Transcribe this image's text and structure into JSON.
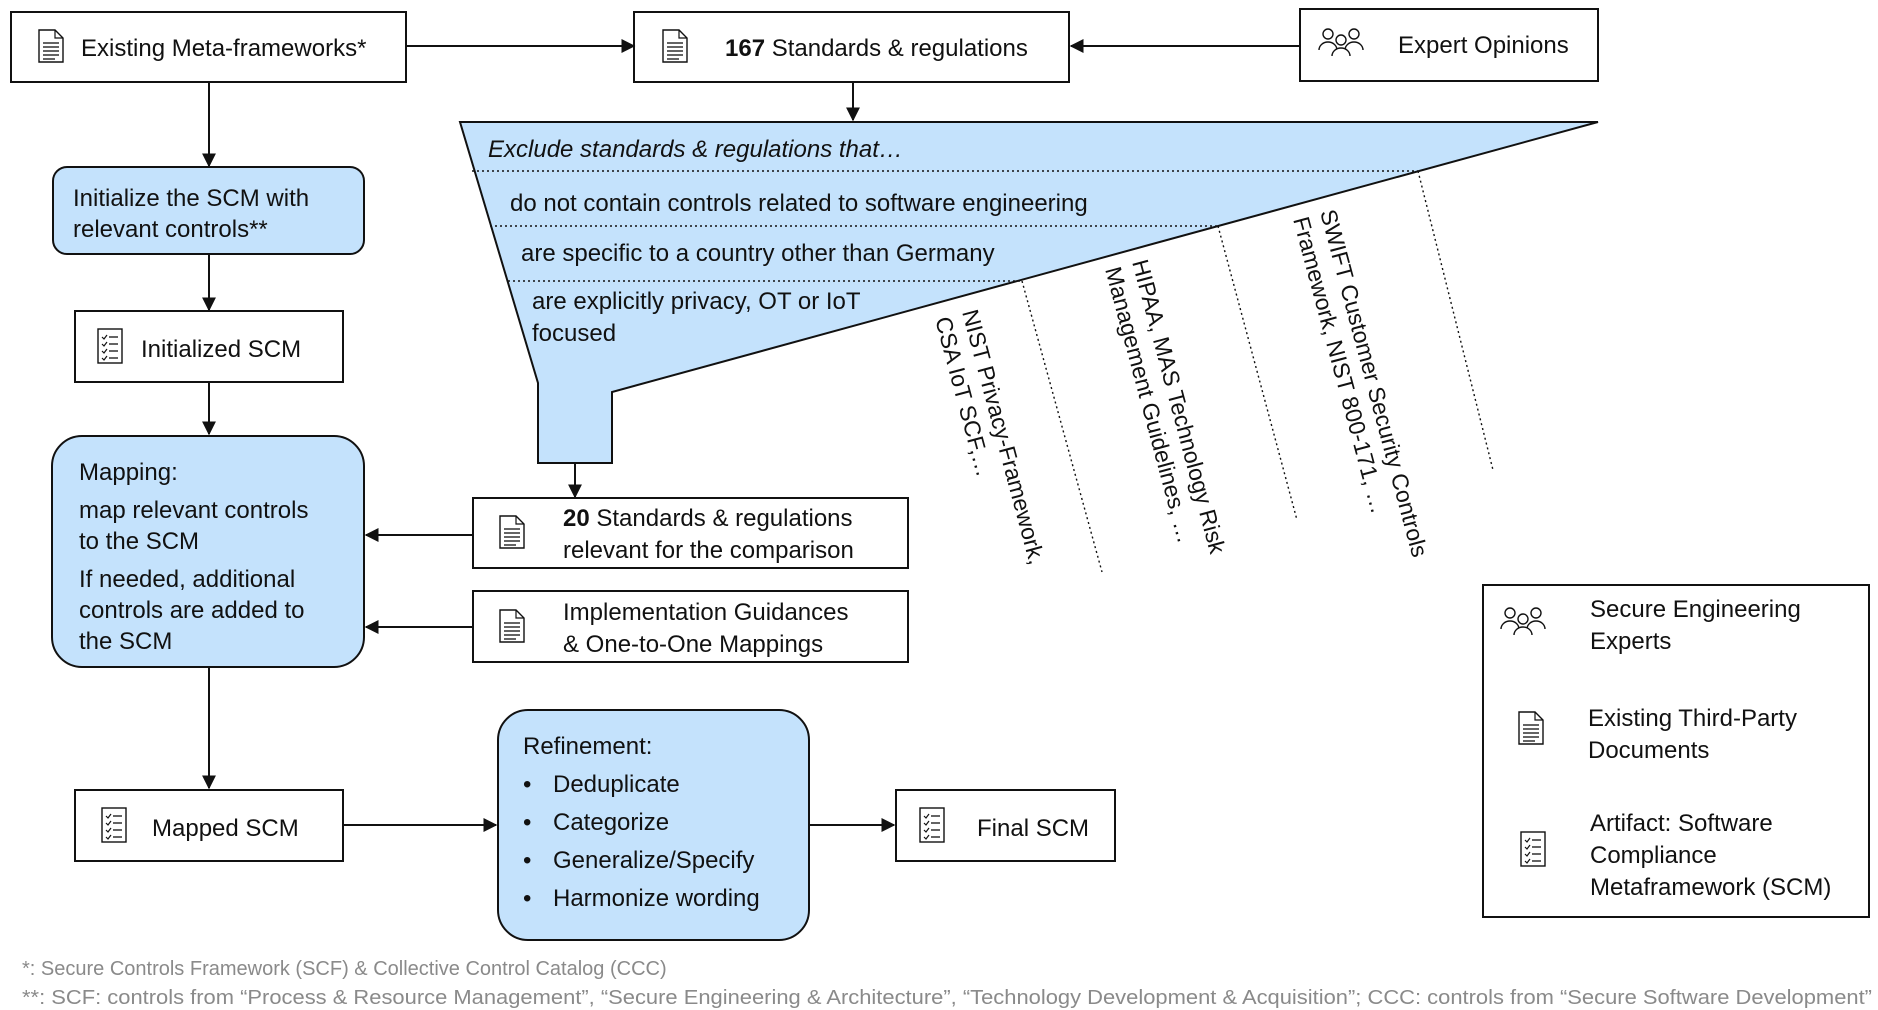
{
  "boxes": {
    "meta_frameworks": "Existing Meta-frameworks*",
    "standards_count": "167",
    "standards_label": " Standards & regulations",
    "expert_opinions": "Expert Opinions",
    "init_line1": "Initialize the SCM with",
    "init_line2": "relevant controls**",
    "initialized_scm": "Initialized SCM",
    "mapping_title": "Mapping:",
    "mapping_l1": "map relevant controls",
    "mapping_l2": "to the SCM",
    "mapping_l3": "If needed, additional",
    "mapping_l4": "controls are added to",
    "mapping_l5": "the SCM",
    "relevant_count": "20",
    "relevant_l1": " Standards & regulations",
    "relevant_l2": "relevant for the comparison",
    "guidance_l1": "Implementation Guidances",
    "guidance_l2": "& One-to-One Mappings",
    "mapped_scm": "Mapped SCM",
    "refinement_title": "Refinement:",
    "refinement_items": [
      "Deduplicate",
      "Categorize",
      "Generalize/Specify",
      "Harmonize wording"
    ],
    "final_scm": "Final SCM"
  },
  "funnel": {
    "header": "Exclude standards & regulations that…",
    "criterion_1": "do not contain controls related to software engineering",
    "criterion_2": "are specific to a country other than Germany",
    "criterion_3_l1": "are explicitly privacy, OT or IoT",
    "criterion_3_l2": "focused",
    "example_3_l1": "NIST Privacy-Framework,",
    "example_3_l2": "CSA IoT SCF,…",
    "example_2_l1": "HIPAA, MAS Technology Risk",
    "example_2_l2": "Management Guidelines, …",
    "example_1_l1": "SWIFT Customer Security Controls",
    "example_1_l2": "Framework, NIST 800-171, …"
  },
  "legend": {
    "experts_l1": "Secure Engineering",
    "experts_l2": "Experts",
    "docs_l1": "Existing Third-Party",
    "docs_l2": "Documents",
    "artifact_l1": "Artifact: Software",
    "artifact_l2": "Compliance",
    "artifact_l3": "Metaframework (SCM)"
  },
  "footnotes": {
    "note_1": "*: Secure Controls Framework (SCF) & Collective Control Catalog (CCC)",
    "note_2": "**: SCF: controls from “Process & Resource Management”, “Secure Engineering & Architecture”, “Technology Development & Acquisition”; CCC: controls from “Secure Software Development”"
  },
  "colors": {
    "fill": "#c4e2fc",
    "stroke": "#111111",
    "footnote": "#8a8a8a"
  }
}
